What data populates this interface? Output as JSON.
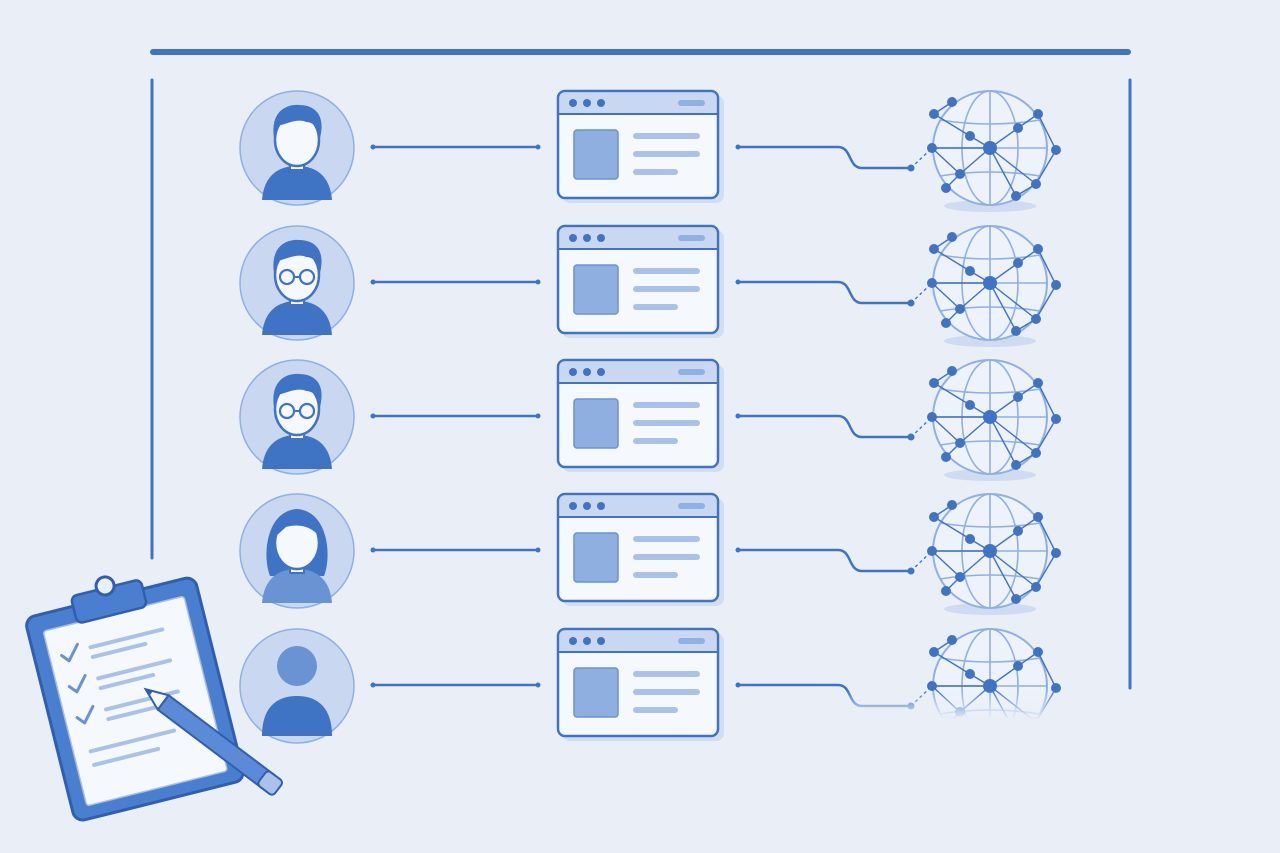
{
  "diagram": {
    "rows": [
      {
        "user_icon": "user-icon",
        "avatar_style": "short-hair"
      },
      {
        "user_icon": "user-icon",
        "avatar_style": "glasses"
      },
      {
        "user_icon": "user-icon",
        "avatar_style": "glasses"
      },
      {
        "user_icon": "user-icon",
        "avatar_style": "long-hair"
      },
      {
        "user_icon": "user-icon",
        "avatar_style": "generic"
      }
    ],
    "window_icon": "browser-window-icon",
    "network_icon": "globe-network-icon",
    "clipboard_icon": "clipboard-checklist-icon",
    "pencil_icon": "pencil-icon"
  },
  "colors": {
    "background": "#e9eef7",
    "primary": "#3f74c4",
    "light": "#c9d8f0",
    "mid": "#8fb0e2",
    "window_fill": "#f5f8fd"
  }
}
